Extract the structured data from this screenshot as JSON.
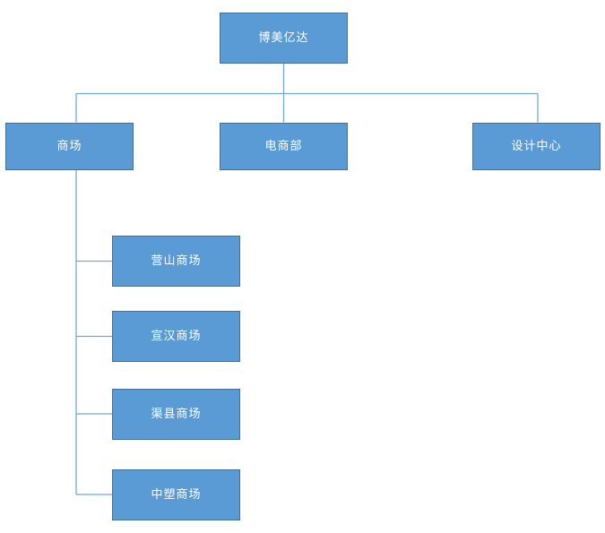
{
  "diagram": {
    "type": "org-chart",
    "nodes": {
      "root": {
        "label": "博美亿达"
      },
      "children": [
        {
          "label": "商场"
        },
        {
          "label": "电商部"
        },
        {
          "label": "设计中心"
        }
      ],
      "mall_children": [
        {
          "label": "营山商场"
        },
        {
          "label": "宣汉商场"
        },
        {
          "label": "渠县商场"
        },
        {
          "label": "中塑商场"
        }
      ]
    }
  },
  "colors": {
    "box_fill": "#5B9BD5",
    "box_border": "#41719C",
    "connector": "#74A7DB",
    "box_text": "#FFFFFF",
    "page_bg": "#FFFFFF"
  }
}
